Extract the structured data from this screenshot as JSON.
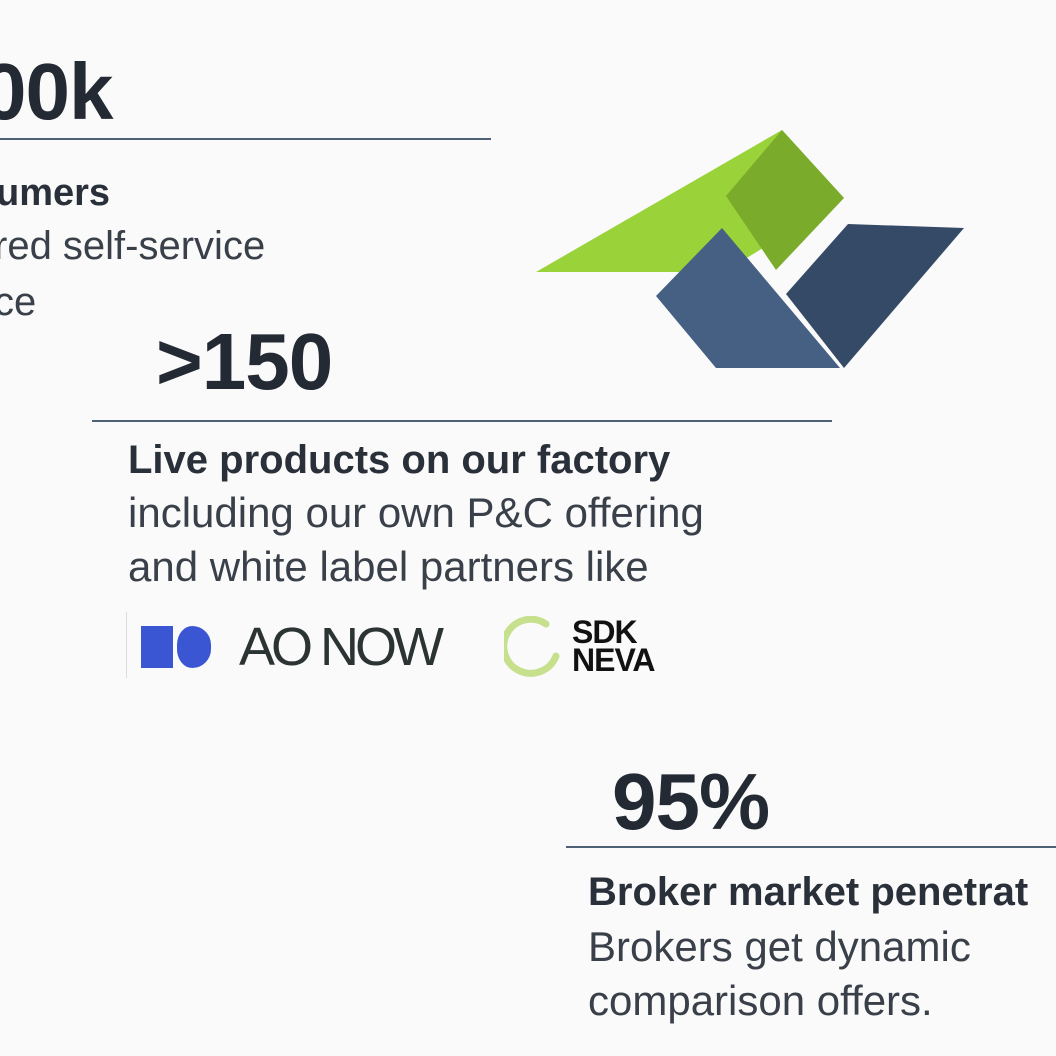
{
  "stats": [
    {
      "value": "00k",
      "headline": "umers",
      "lines": [
        "red self-service",
        "ce"
      ]
    },
    {
      "value": ">150",
      "headline": "Live products on our factory",
      "lines": [
        "including our own P&C offering",
        "and white label partners like"
      ]
    },
    {
      "value": "95%",
      "headline": "Broker market penetrat",
      "lines": [
        "Brokers get dynamic",
        "comparison offers."
      ]
    }
  ],
  "partners": {
    "ao_now": "AO NOW",
    "sdk_neva_line1": "SDK",
    "sdk_neva_line2": "NEVA"
  },
  "colors": {
    "green_light": "#9ad23a",
    "green_dark": "#7aab2a",
    "blue_mid": "#456083",
    "blue_dark": "#354a66",
    "ao_blue": "#3b56d3",
    "sdk_ring": "#c6e08d",
    "rule": "#4c6076"
  },
  "icons": {
    "brand_mark": "chevron-logo-icon",
    "ao_mark": "ao-now-mark-icon",
    "sdk_mark": "ring-icon"
  }
}
